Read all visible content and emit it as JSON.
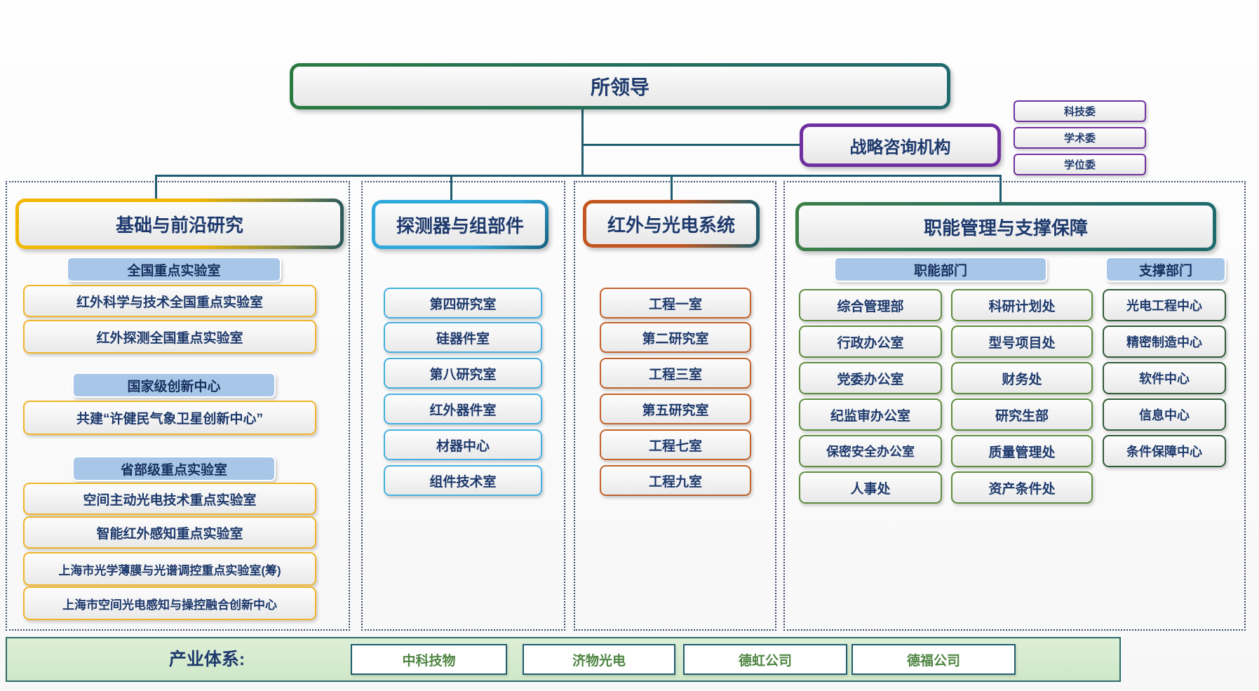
{
  "root": {
    "label": "所领导"
  },
  "advisory": {
    "label": "战略咨询机构",
    "committees": [
      "科技委",
      "学术委",
      "学位委"
    ]
  },
  "columns": [
    {
      "title": "基础与前沿研究",
      "sections": [
        {
          "header": "全国重点实验室",
          "items": [
            "红外科学与技术全国重点实验室",
            "红外探测全国重点实验室"
          ]
        },
        {
          "header": "国家级创新中心",
          "items": [
            "共建“许健民气象卫星创新中心”"
          ]
        },
        {
          "header": "省部级重点实验室",
          "items": [
            "空间主动光电技术重点实验室",
            "智能红外感知重点实验室",
            "上海市光学薄膜与光谱调控重点实验室(筹)",
            "上海市空间光电感知与操控融合创新中心"
          ]
        }
      ]
    },
    {
      "title": "探测器与组部件",
      "items": [
        "第四研究室",
        "硅器件室",
        "第八研究室",
        "红外器件室",
        "材器中心",
        "组件技术室"
      ]
    },
    {
      "title": "红外与光电系统",
      "items": [
        "工程一室",
        "第二研究室",
        "工程三室",
        "第五研究室",
        "工程七室",
        "工程九室"
      ]
    },
    {
      "title": "职能管理与支撑保障",
      "groups": [
        {
          "header": "职能部门",
          "col_a": [
            "综合管理部",
            "行政办公室",
            "党委办公室",
            "纪监审办公室",
            "保密安全办公室",
            "人事处"
          ],
          "col_b": [
            "科研计划处",
            "型号项目处",
            "财务处",
            "研究生部",
            "质量管理处",
            "资产条件处"
          ]
        },
        {
          "header": "支撑部门",
          "col_c": [
            "光电工程中心",
            "精密制造中心",
            "软件中心",
            "信息中心",
            "条件保障中心"
          ]
        }
      ]
    }
  ],
  "industry": {
    "label": "产业体系:",
    "companies": [
      "中科技物",
      "济物光电",
      "德虹公司",
      "德福公司"
    ]
  },
  "colors": {
    "text_dark_blue": "#1e3a6d",
    "connector_teal": "#1f5c70",
    "root_border_green": "#2b7a3f",
    "advisory_purple": "#7030a0",
    "col1_gold": "#f2b705",
    "col2_blue": "#2fa8dd",
    "col3_orange": "#c2561f",
    "col4_green": "#3e8048",
    "chip_blue": "#a7c6e8",
    "industry_bar_green": "#d8ecd2",
    "company_text_green": "#4e8542"
  }
}
